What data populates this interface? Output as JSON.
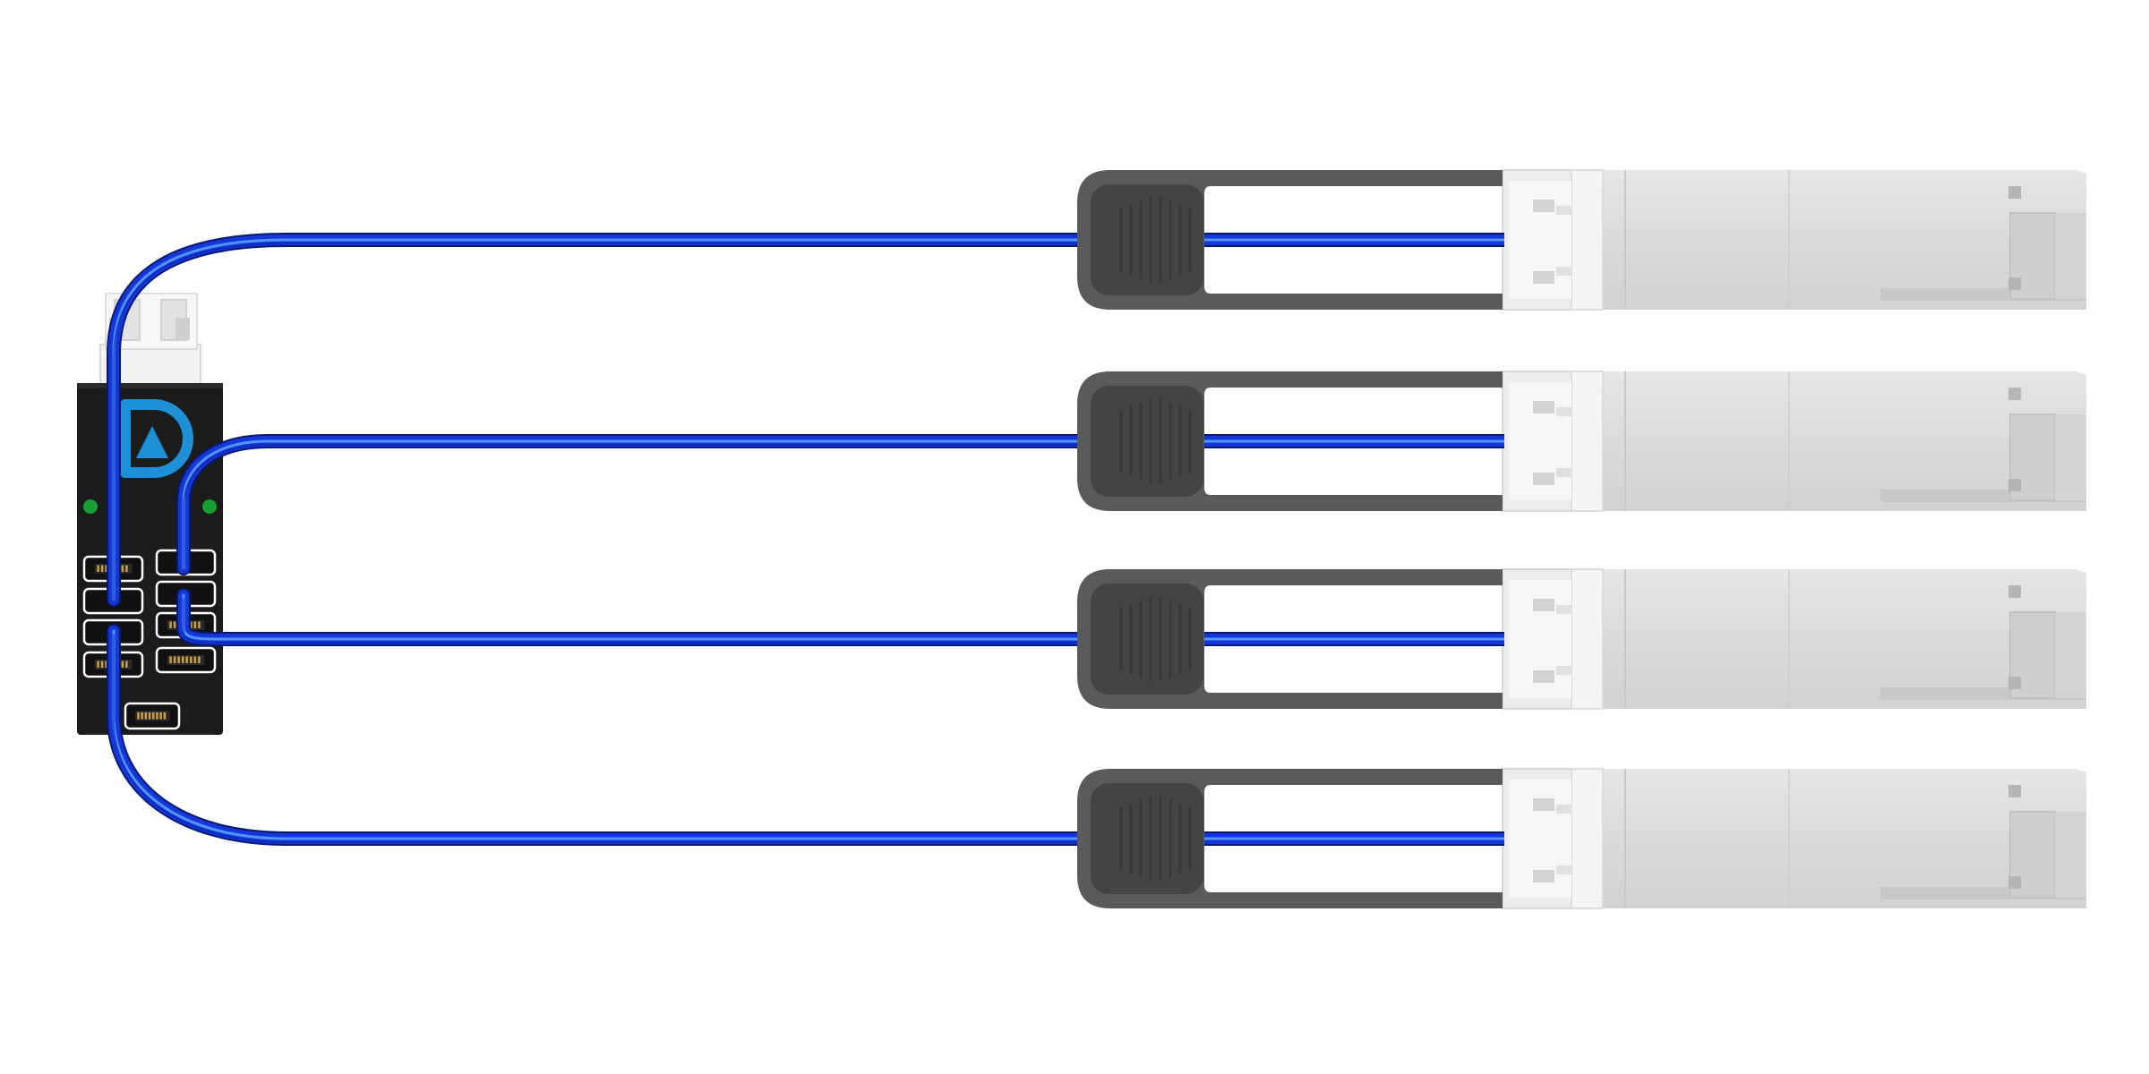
{
  "diagram": {
    "kind": "breakout-cable",
    "transceiver_count": 4,
    "hub_status_leds": 2
  },
  "colors": {
    "background": "#ffffff",
    "cable_blue": "#1536d8",
    "cable_highlight": "#5aa6ff",
    "cable_dark": "#071a73",
    "hub_body": "#1c1c1c",
    "logo_blue": "#1e90d8",
    "led_green": "#14a032",
    "pull_tab": "#5a5a5a",
    "pull_tab_grip": "#444444",
    "module_shell": "#dcdcdc",
    "module_front": "#ececec",
    "port_frame": "#ffffff",
    "pin_gold": "#caa040"
  },
  "icons": {
    "hub_logo": "da-logo-icon",
    "led": "status-led-icon"
  }
}
